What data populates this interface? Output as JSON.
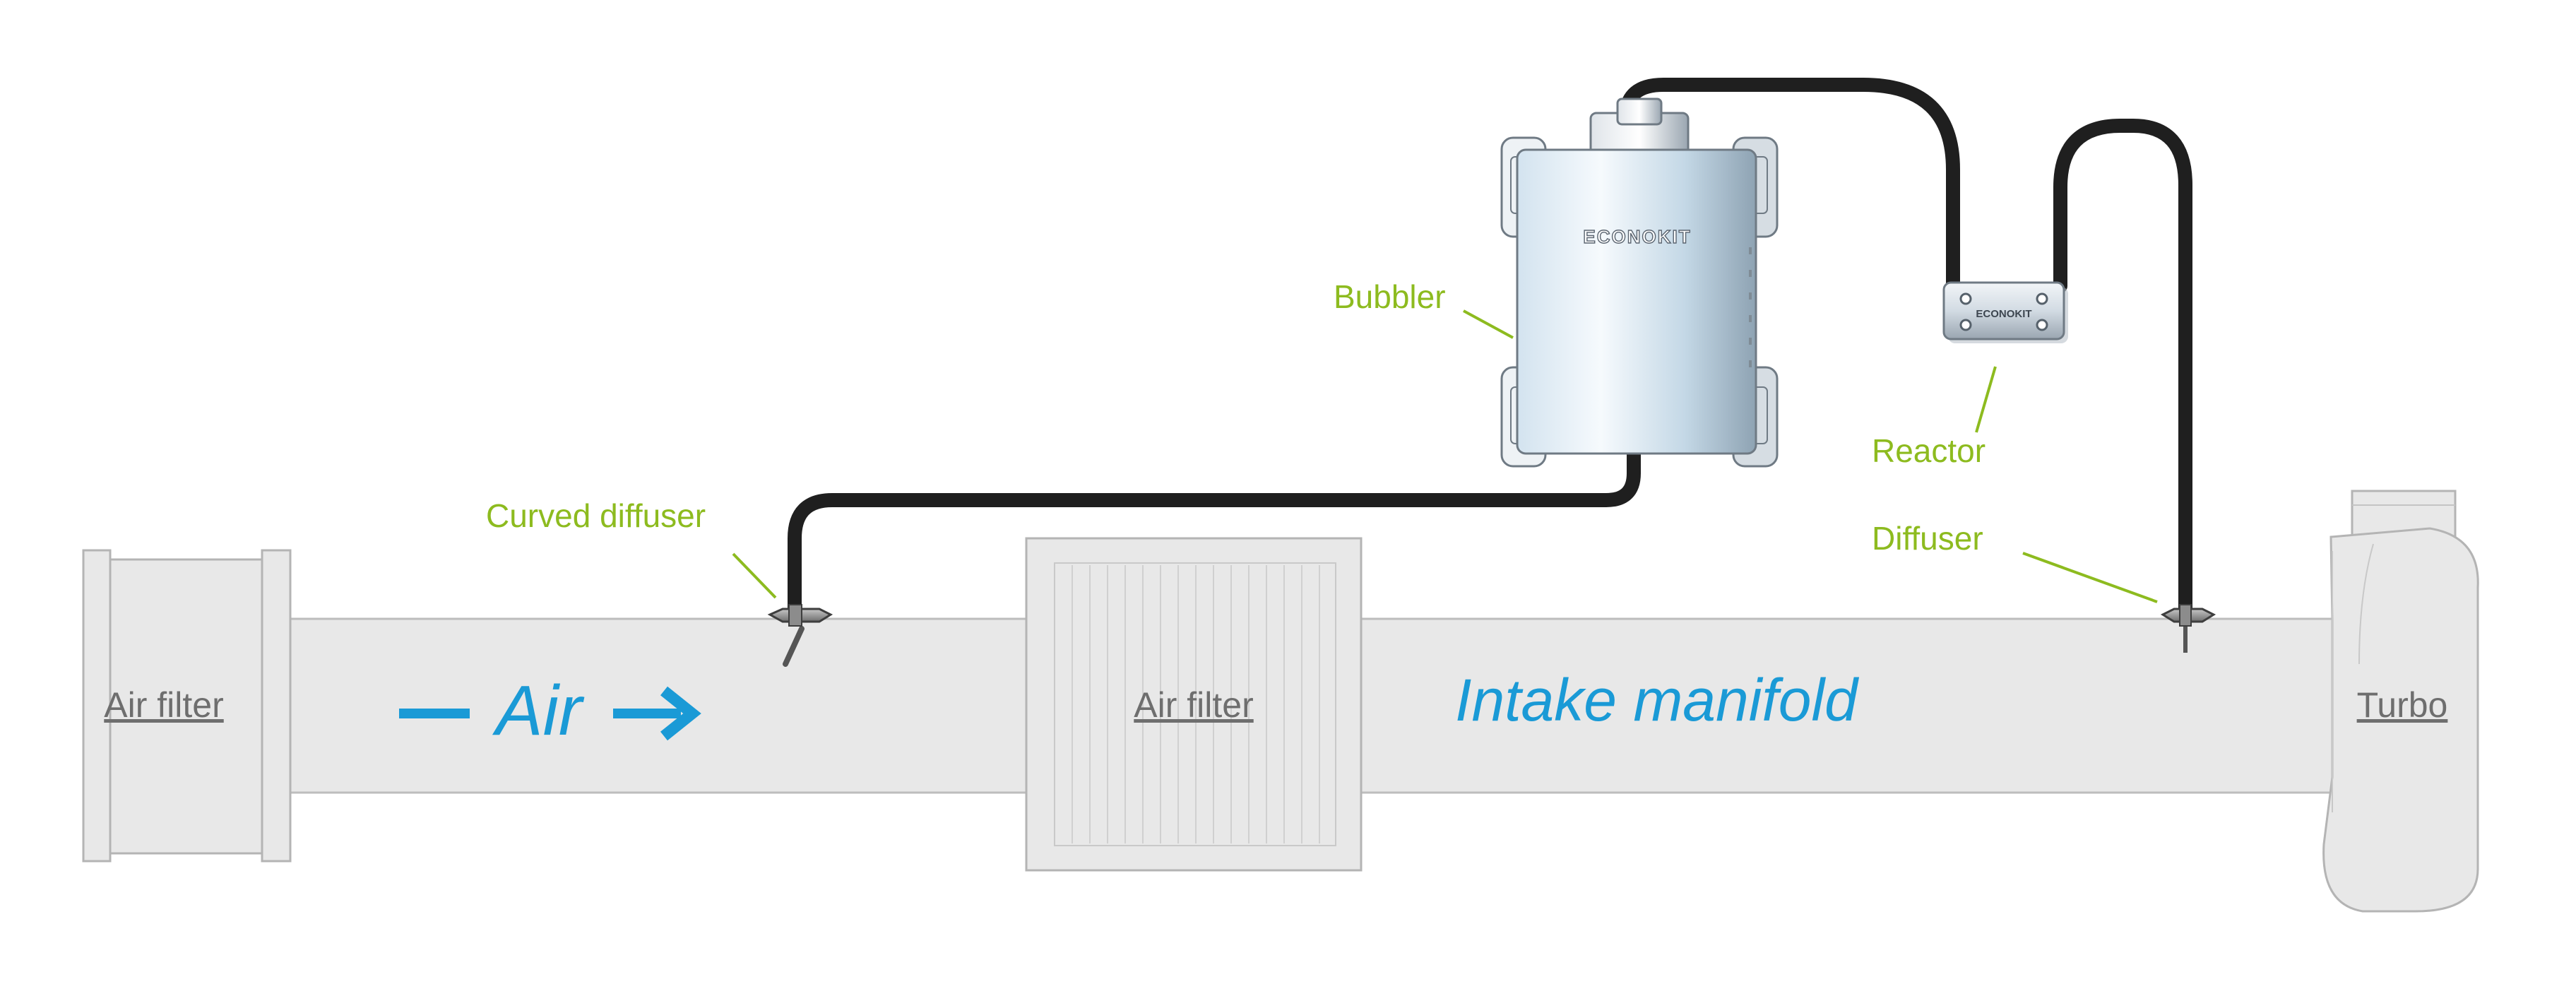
{
  "labels": {
    "air_filter_left": "Air filter",
    "air_flow": "Air",
    "air_filter_center": "Air filter",
    "intake_manifold": "Intake manifold",
    "turbo": "Turbo",
    "curved_diffuser": "Curved diffuser",
    "bubbler": "Bubbler",
    "reactor": "Reactor",
    "diffuser": "Diffuser"
  },
  "brand": {
    "bubbler_logo": "ECONOKIT",
    "reactor_logo": "ECONOKIT"
  },
  "colors": {
    "label_green": "#8dbb1f",
    "flow_blue": "#1a9ad6",
    "pipe_fill": "#e8e8e8",
    "outline_gray": "#b4b4b4",
    "hose_black": "#1f1f1f"
  }
}
